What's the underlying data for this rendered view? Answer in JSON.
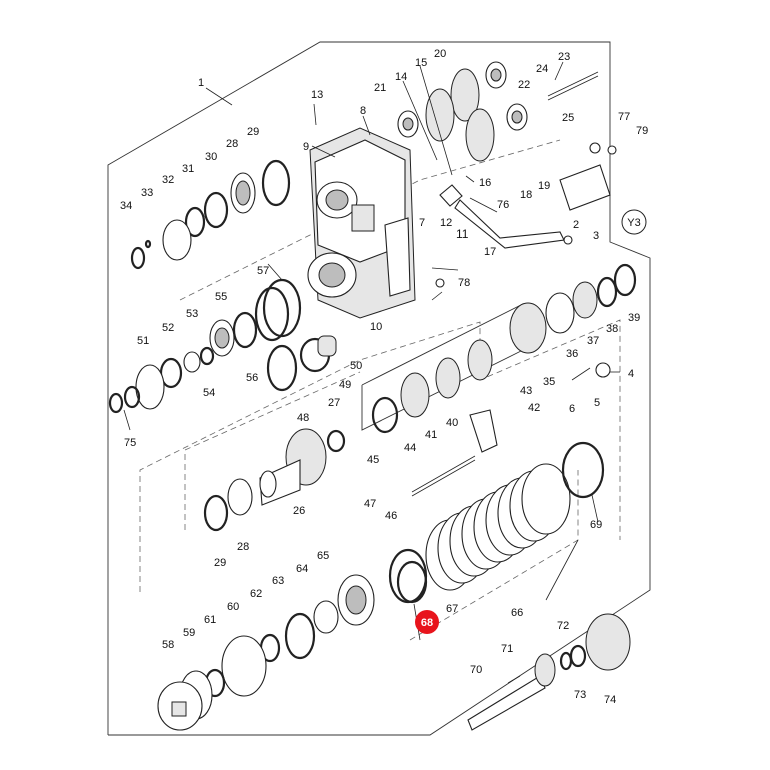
{
  "diagram": {
    "labels": [
      "1",
      "2",
      "3",
      "4",
      "5",
      "6",
      "7",
      "8",
      "9",
      "10",
      "11",
      "12",
      "13",
      "14",
      "15",
      "16",
      "17",
      "18",
      "19",
      "20",
      "21",
      "22",
      "23",
      "24",
      "25",
      "26",
      "27",
      "28",
      "28",
      "29",
      "29",
      "30",
      "31",
      "32",
      "33",
      "34",
      "35",
      "36",
      "37",
      "38",
      "39",
      "40",
      "41",
      "42",
      "43",
      "44",
      "45",
      "46",
      "47",
      "48",
      "49",
      "50",
      "51",
      "52",
      "53",
      "54",
      "55",
      "56",
      "57",
      "60",
      "61",
      "58",
      "59",
      "62",
      "63",
      "64",
      "65",
      "66",
      "67",
      "69",
      "70",
      "71",
      "72",
      "73",
      "74",
      "75",
      "76",
      "77",
      "78",
      "79"
    ],
    "highlight_label": "68",
    "badge_text": "Y3",
    "colors": {
      "highlight": "#e8141c",
      "line": "#222222",
      "background": "#ffffff"
    }
  }
}
